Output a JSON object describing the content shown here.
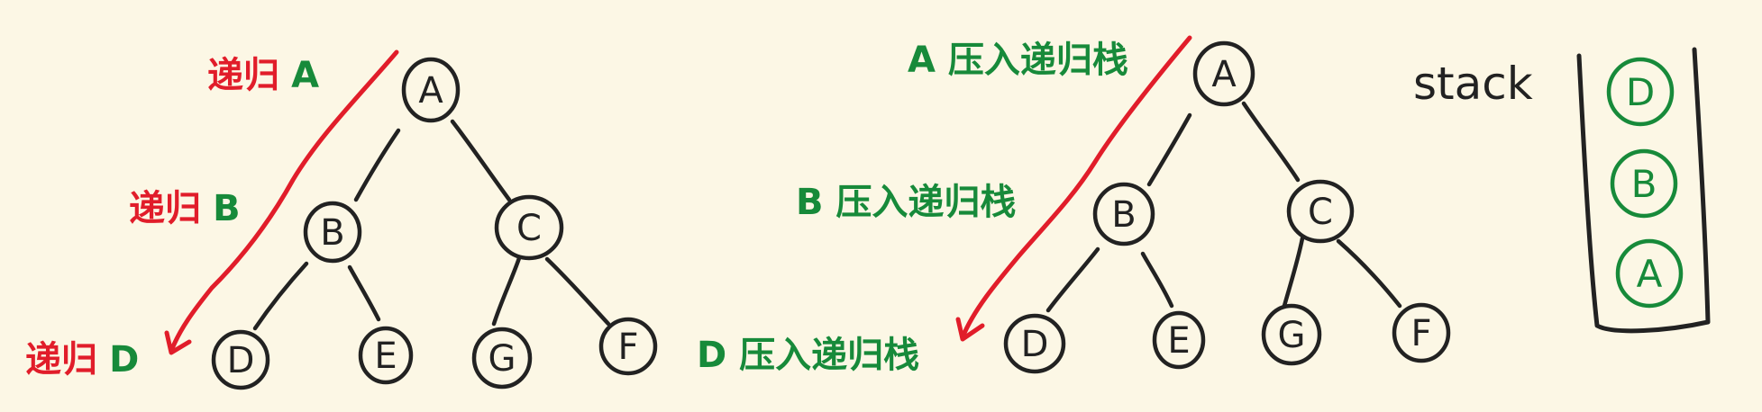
{
  "left_tree": {
    "nodes": [
      "A",
      "B",
      "C",
      "D",
      "E",
      "G",
      "F"
    ],
    "labels": {
      "recurse_a": {
        "verb": "递归",
        "node": "A"
      },
      "recurse_b": {
        "verb": "递归",
        "node": "B"
      },
      "recurse_d": {
        "verb": "递归",
        "node": "D"
      }
    }
  },
  "right_tree": {
    "nodes": [
      "A",
      "B",
      "C",
      "D",
      "E",
      "G",
      "F"
    ],
    "labels": {
      "push_a": "A 压入递归栈",
      "push_b": "B 压入递归栈",
      "push_d": "D 压入递归栈"
    }
  },
  "stack": {
    "title": "stack",
    "items": [
      "D",
      "B",
      "A"
    ]
  },
  "colors": {
    "background": "#fcf7e5",
    "ink": "#222222",
    "red": "#e11d2a",
    "green": "#178a3a"
  }
}
